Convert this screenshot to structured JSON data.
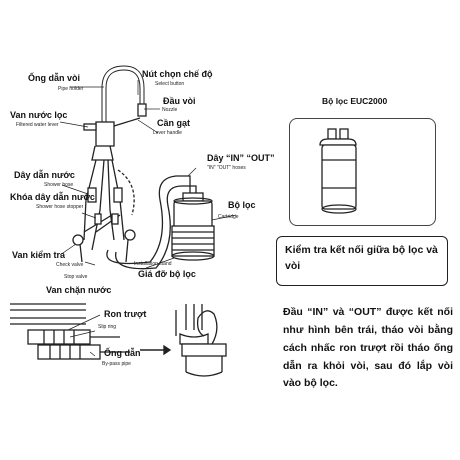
{
  "labels": {
    "pipe": {
      "vi": "Ống dẫn vòi",
      "en": "Pipe holder"
    },
    "select_button": {
      "vi": "Nút chọn chế độ",
      "en": "Select button"
    },
    "nozzle": {
      "vi": "Đầu vòi",
      "en": "Nozzle"
    },
    "filtered_lever": {
      "vi": "Van nước lọc",
      "en": "Filtered water lever"
    },
    "lever": {
      "vi": "Cần gạt",
      "en": "Lever handle"
    },
    "in_out": {
      "vi": "Dây “IN” “OUT”",
      "en": "\"IN\" \"OUT\" hoses"
    },
    "shower_hose": {
      "vi": "Dây dẫn nước",
      "en": "Shower hose"
    },
    "hose_stopper": {
      "vi": "Khóa dây dẫn nước",
      "en": "Shower hose stopper"
    },
    "cartridge": {
      "vi": "Bộ lọc",
      "en": "Cartridge"
    },
    "check_valve": {
      "vi": "Van kiểm tra",
      "en": "Check valve"
    },
    "stop_valve": {
      "en": "Stop valve"
    },
    "stand": {
      "vi": "Giá đỡ bộ lọc",
      "en": "Installation stand"
    },
    "stop_valve_vi": {
      "vi": "Van chặn nước"
    },
    "slip_ring": {
      "vi": "Ron trượt",
      "en": "Slip ring"
    },
    "bypass": {
      "vi": "Ống dẫn",
      "en": "By-pass pipe"
    }
  },
  "filter_title": "Bộ lọc EUC2000",
  "check_text": "Kiểm tra kết nối giữa bộ lọc và vòi",
  "instruction": "Đầu “IN” và “OUT” được kết nối như hình bên trái, tháo vòi bằng cách nhấc ron trượt rồi tháo ống dẫn ra khỏi vòi, sau đó lắp vòi vào bộ lọc."
}
